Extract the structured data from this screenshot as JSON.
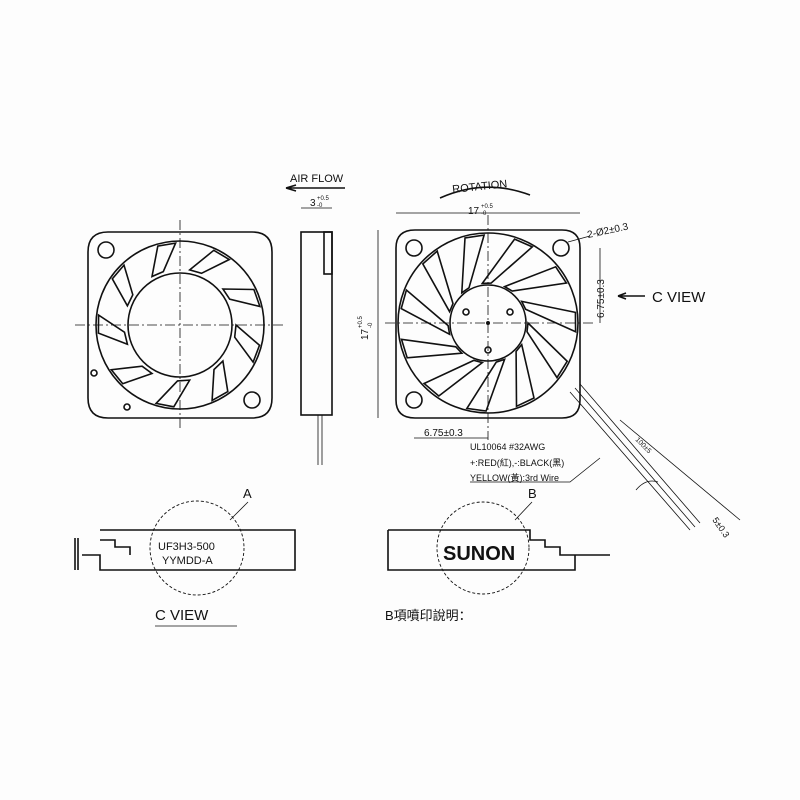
{
  "labels": {
    "air_flow": "AIR FLOW",
    "rotation": "ROTATION",
    "c_view_arrow": "C  VIEW",
    "c_view_title": "C  VIEW",
    "detail_a": "A",
    "detail_b": "B",
    "b_note": "B項噴印說明："
  },
  "dimensions": {
    "thickness": "3",
    "thickness_tol_plus": "+0.5",
    "thickness_tol_minus": "-0",
    "width": "17",
    "width_tol_plus": "+0.5",
    "width_tol_minus": "-0",
    "height": "17",
    "height_tol_plus": "+0.5",
    "height_tol_minus": "-0",
    "holes": "2-Ø2±0.3",
    "hole_offset_v": "6.75±0.3",
    "hole_offset_h": "6.75±0.3",
    "wire_length": "100±5",
    "wire_strip": "5±0.3"
  },
  "wire_spec": {
    "line1": "UL10064  #32AWG",
    "line2": "+:RED(紅),-:BLACK(黑)",
    "line3": "YELLOW(黃):3rd  Wire"
  },
  "markings": {
    "label_a_line1": "UF3H3-500",
    "label_a_line2": "YYMDD-A",
    "label_b": "SUNON"
  }
}
